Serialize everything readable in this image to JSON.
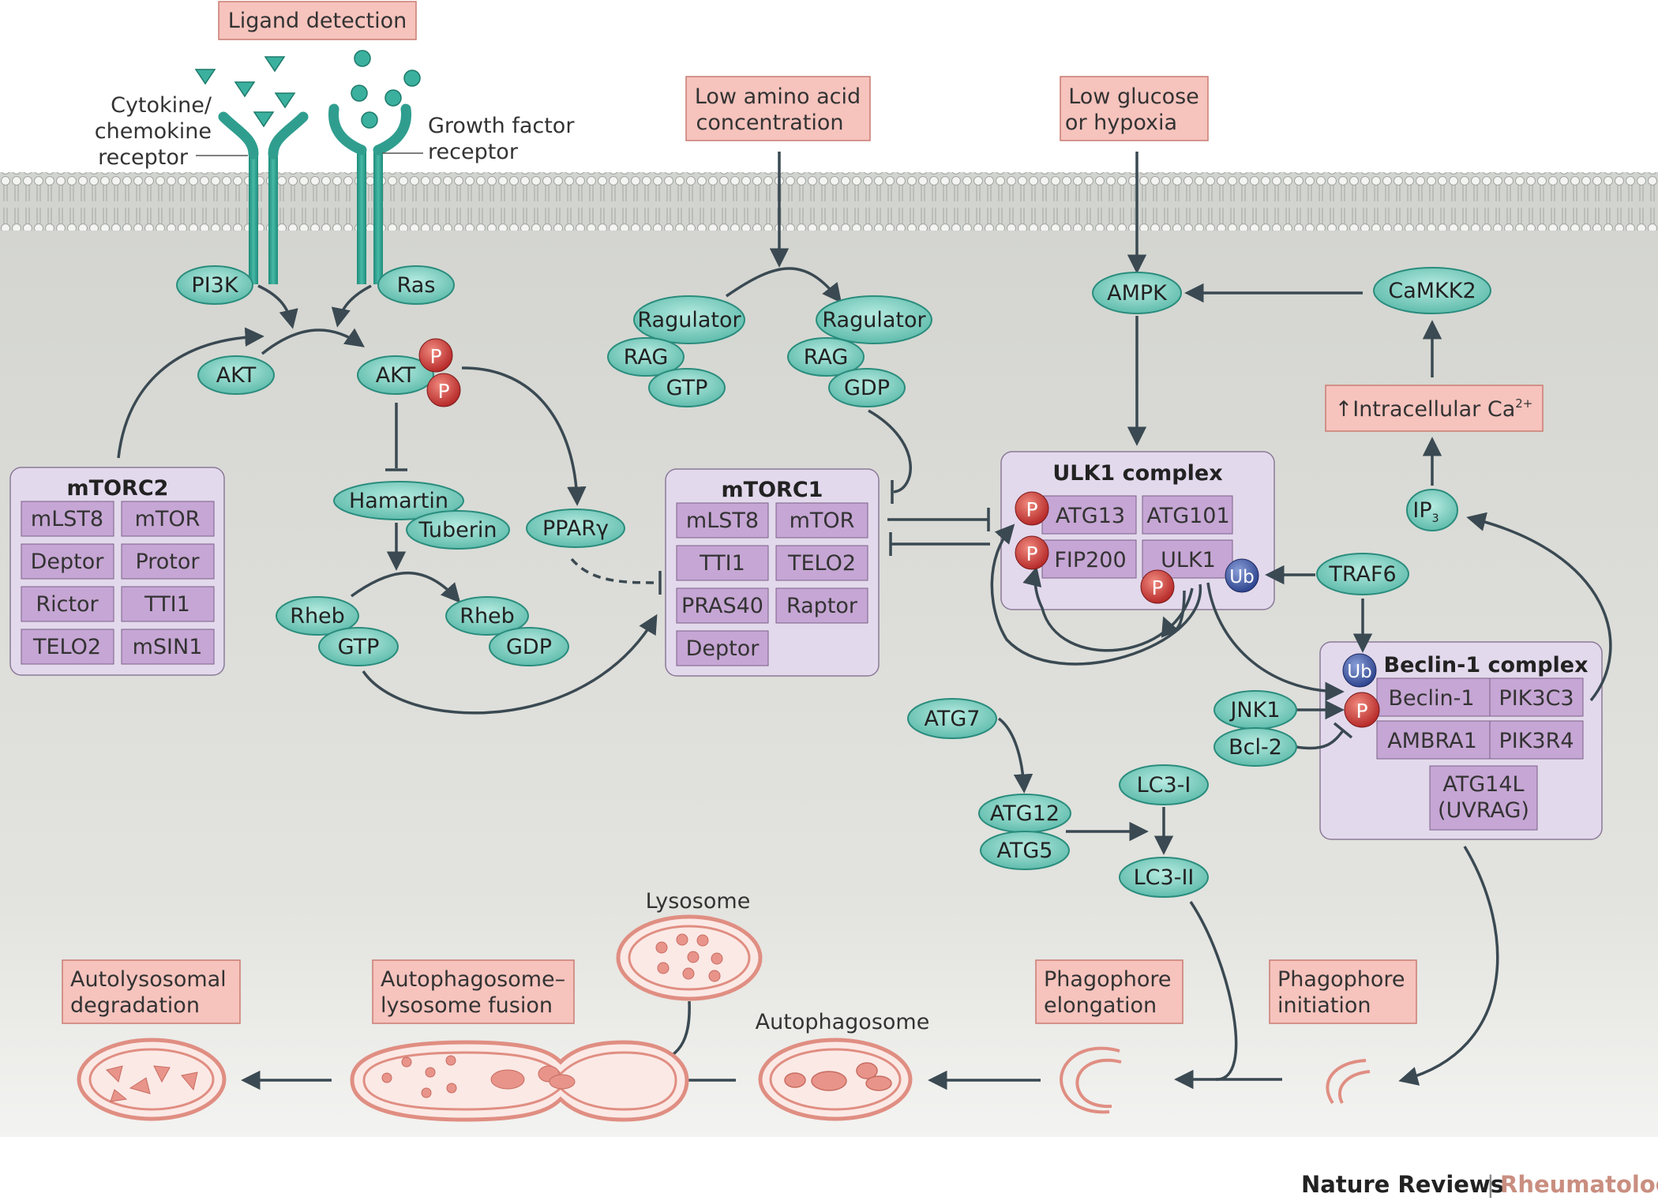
{
  "stimuli": {
    "ligand": "Ligand detection",
    "amino": [
      "Low amino acid",
      "concentration"
    ],
    "glucose": [
      "Low glucose",
      "or hypoxia"
    ]
  },
  "receptors": {
    "cytokine": [
      "Cytokine/",
      "chemokine",
      "receptor"
    ],
    "growth": [
      "Growth factor",
      "receptor"
    ]
  },
  "proteins": {
    "pi3k": "PI3K",
    "ras": "Ras",
    "akt": "AKT",
    "p": "P",
    "ub": "Ub",
    "hamartin": "Hamartin",
    "tuberin": "Tuberin",
    "ppar": "PPARγ",
    "rheb": "Rheb",
    "gtp": "GTP",
    "gdp": "GDP",
    "ragulator": "Ragulator",
    "rag": "RAG",
    "ampk": "AMPK",
    "camkk2": "CaMKK2",
    "ip3": "IP",
    "ip3_sub": "3",
    "traf6": "TRAF6",
    "jnk1": "JNK1",
    "bcl2": "Bcl-2",
    "atg7": "ATG7",
    "atg12": "ATG12",
    "atg5": "ATG5",
    "lc3i": "LC3-I",
    "lc3ii": "LC3-II"
  },
  "calcium": {
    "arrow": "↑",
    "text": "Intracellular Ca",
    "sup": "2+"
  },
  "complexes": {
    "mtorc2": {
      "title": "mTORC2",
      "subunits": [
        "mLST8",
        "mTOR",
        "Deptor",
        "Protor",
        "Rictor",
        "TTI1",
        "TELO2",
        "mSIN1"
      ]
    },
    "mtorc1": {
      "title": "mTORC1",
      "subunits": [
        "mLST8",
        "mTOR",
        "TTI1",
        "TELO2",
        "PRAS40",
        "Raptor",
        "Deptor"
      ]
    },
    "ulk1": {
      "title": "ULK1 complex",
      "subunits": [
        "ATG13",
        "ATG101",
        "FIP200",
        "ULK1"
      ]
    },
    "beclin": {
      "title": "Beclin-1 complex",
      "subunits": [
        "Beclin-1",
        "PIK3C3",
        "AMBRA1",
        "PIK3R4"
      ],
      "atg14": [
        "ATG14L",
        "(UVRAG)"
      ]
    }
  },
  "stages": {
    "autolysosomal": [
      "Autolysosomal",
      "degradation"
    ],
    "fusion": [
      "Autophagosome–",
      "lysosome fusion"
    ],
    "elongation": [
      "Phagophore",
      "elongation"
    ],
    "initiation": [
      "Phagophore",
      "initiation"
    ],
    "lysosome": "Lysosome",
    "autophagosome": "Autophagosome"
  },
  "footer": {
    "journal": "Nature Reviews",
    "sep": "|",
    "section": "Rheumatology"
  },
  "colors": {
    "membrane": "#cfd2cd",
    "cytoplasm": "#dcdcd8",
    "protein": "#7fd0c2",
    "protein_dark": "#2f9e8f",
    "stimulus": "#f6c3bd",
    "complex_bg": "#e3d9ec",
    "subunit": "#c6a6d4",
    "phospho": "#cc3a3a",
    "ubiquitin": "#3d55a6",
    "vesicle": "#e08e82",
    "arrow": "#3a4952",
    "brand_accent": "#c98e80"
  }
}
